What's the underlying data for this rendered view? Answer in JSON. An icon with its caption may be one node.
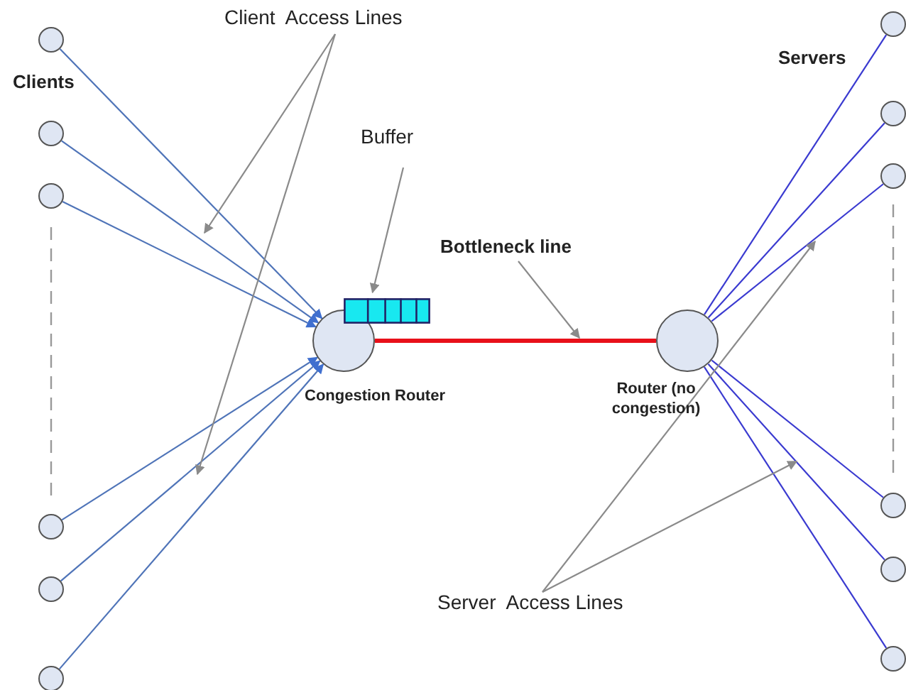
{
  "diagram": {
    "nodes": [
      {
        "text": [],
        "shape": "circle"
      },
      {
        "text": [],
        "shape": "circle"
      },
      {
        "text": [],
        "shape": "circle"
      },
      {
        "text": [],
        "shape": "circle"
      },
      {
        "text": [],
        "shape": "circle"
      },
      {
        "text": [],
        "shape": "circle"
      },
      {
        "text": [],
        "shape": "circle",
        "beside": [
          "Congestion Router"
        ]
      },
      {
        "text": [],
        "shape": "circle",
        "beside": [
          "Router (no congestion)"
        ]
      },
      {
        "text": [],
        "shape": "circle"
      },
      {
        "text": [],
        "shape": "circle"
      },
      {
        "text": [],
        "shape": "circle"
      },
      {
        "text": [],
        "shape": "circle"
      },
      {
        "text": [],
        "shape": "circle"
      },
      {
        "text": [],
        "shape": "circle"
      },
      {
        "text": [],
        "shape": "box"
      },
      {
        "text": [
          "Buffer"
        ]
      },
      {
        "text": [
          "Bottleneck line"
        ]
      },
      {
        "text": [
          "Client  Access Lines"
        ]
      },
      {
        "text": [
          "Server  Access Lines"
        ]
      }
    ],
    "edges": [
      {
        "from": 0,
        "to": 6,
        "arrow": "to"
      },
      {
        "from": 1,
        "to": 6,
        "arrow": "to"
      },
      {
        "from": 2,
        "to": 6,
        "arrow": "to"
      },
      {
        "from": 3,
        "to": 6,
        "arrow": "to"
      },
      {
        "from": 4,
        "to": 6,
        "arrow": "to"
      },
      {
        "from": 5,
        "to": 6,
        "arrow": "to"
      },
      {
        "from": 6,
        "to": 7,
        "arrow": "none",
        "style": "thick",
        "color": "#e8101a"
      },
      {
        "from": 7,
        "to": 8,
        "arrow": "none",
        "color": "#3a3ad0"
      },
      {
        "from": 7,
        "to": 9,
        "arrow": "none",
        "color": "#3a3ad0"
      },
      {
        "from": 7,
        "to": 10,
        "arrow": "none",
        "color": "#3a3ad0"
      },
      {
        "from": 7,
        "to": 11,
        "arrow": "none",
        "color": "#3a3ad0"
      },
      {
        "from": 7,
        "to": 12,
        "arrow": "none",
        "color": "#3a3ad0"
      },
      {
        "from": 7,
        "to": 13,
        "arrow": "none",
        "color": "#3a3ad0"
      },
      {
        "from": 15,
        "to": 14,
        "arrow": "to",
        "color": "#8a8a8a"
      },
      {
        "from": 16,
        "to": null,
        "arrow": "to",
        "color": "#8a8a8a"
      },
      {
        "from": 17,
        "to": null,
        "arrow": "to",
        "color": "#8a8a8a"
      },
      {
        "from": 17,
        "to": null,
        "arrow": "to",
        "color": "#8a8a8a"
      },
      {
        "from": 18,
        "to": null,
        "arrow": "to",
        "color": "#8a8a8a"
      },
      {
        "from": 18,
        "to": null,
        "arrow": "to",
        "color": "#8a8a8a"
      }
    ],
    "labels": [
      "Clients",
      "Servers"
    ]
  }
}
